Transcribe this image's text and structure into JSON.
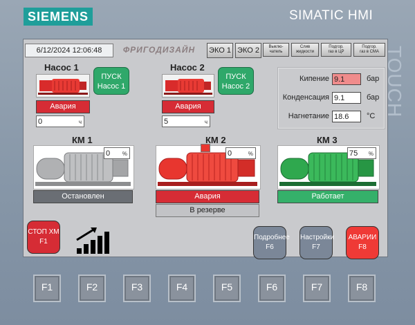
{
  "bezel": {
    "logo": "SIEMENS",
    "product": "SIMATIC HMI",
    "touch": "TOUCH"
  },
  "header": {
    "datetime": "6/12/2024 12:06:48",
    "brand": "ФРИГОДИЗАЙН",
    "buttons": {
      "eco1": "ЭКО 1",
      "eco2": "ЭКО 2",
      "switch_line1": "Выклю-",
      "switch_line2": "чатель",
      "drain_line1": "Слив",
      "drain_line2": "жидкости",
      "gas_cp_line1": "Подгор.",
      "gas_cp_line2": "газ в ЦР",
      "gas_sma_line1": "Подгор.",
      "gas_sma_line2": "газ в СМА"
    }
  },
  "pump1": {
    "title": "Насос 1",
    "status": "Авария",
    "hours": "0",
    "unit": "ч",
    "start_line1": "ПУСК",
    "start_line2": "Насос 1"
  },
  "pump2": {
    "title": "Насос 2",
    "status": "Авария",
    "hours": "5",
    "unit": "ч",
    "start_line1": "ПУСК",
    "start_line2": "Насос 2"
  },
  "params": {
    "boil_label": "Кипение",
    "boil_value": "9.1",
    "boil_unit": "бар",
    "cond_label": "Конденсация",
    "cond_value": "9.1",
    "cond_unit": "бар",
    "disch_label": "Нагнетание",
    "disch_value": "18.6",
    "disch_unit": "°C"
  },
  "km1": {
    "title": "КМ 1",
    "load": "0",
    "unit": "%",
    "status": "Остановлен",
    "color": "#a9aaac"
  },
  "km2": {
    "title": "КМ 2",
    "load": "0",
    "unit": "%",
    "status": "Авария",
    "status2": "В резерве",
    "color": "#e8362f"
  },
  "km3": {
    "title": "КМ 3",
    "load": "75",
    "unit": "%",
    "status": "Работает",
    "color": "#2fa84e"
  },
  "footer": {
    "stop_line1": "СТОП ХМ",
    "stop_line2": "F1",
    "more_line1": "Подробнее",
    "more_line2": "F6",
    "settings_line1": "Настройки",
    "settings_line2": "F7",
    "alarms_line1": "АВАРИИ",
    "alarms_line2": "F8"
  },
  "fkeys": [
    "F1",
    "F2",
    "F3",
    "F4",
    "F5",
    "F6",
    "F7",
    "F8"
  ],
  "colors": {
    "alarm": "#d62c35",
    "ok": "#35b06a",
    "stopped": "#6a6e74",
    "accent": "#1f9e9a"
  }
}
